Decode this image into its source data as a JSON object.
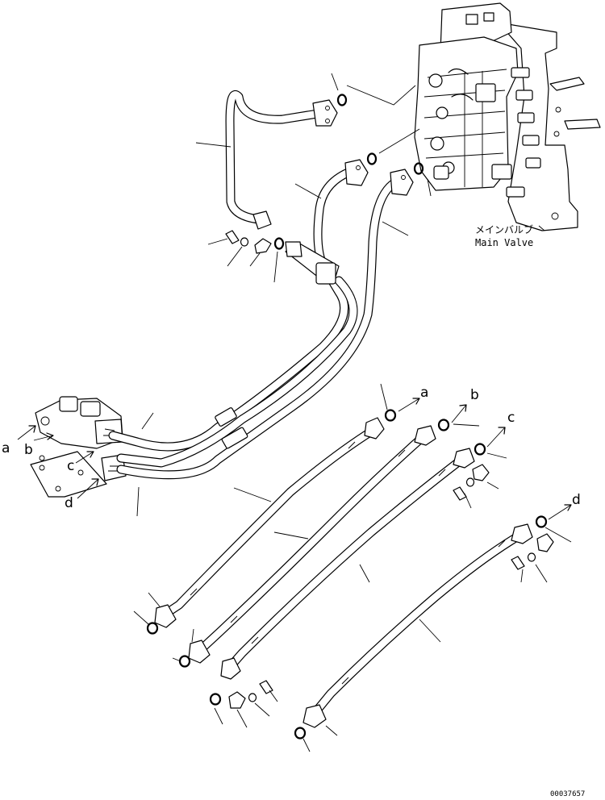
{
  "valve_caption": {
    "jp": "メインバルブ",
    "en": "Main Valve"
  },
  "port_labels": {
    "a": "a",
    "b": "b",
    "c": "c",
    "d": "d"
  },
  "drawing_number": "00037657"
}
